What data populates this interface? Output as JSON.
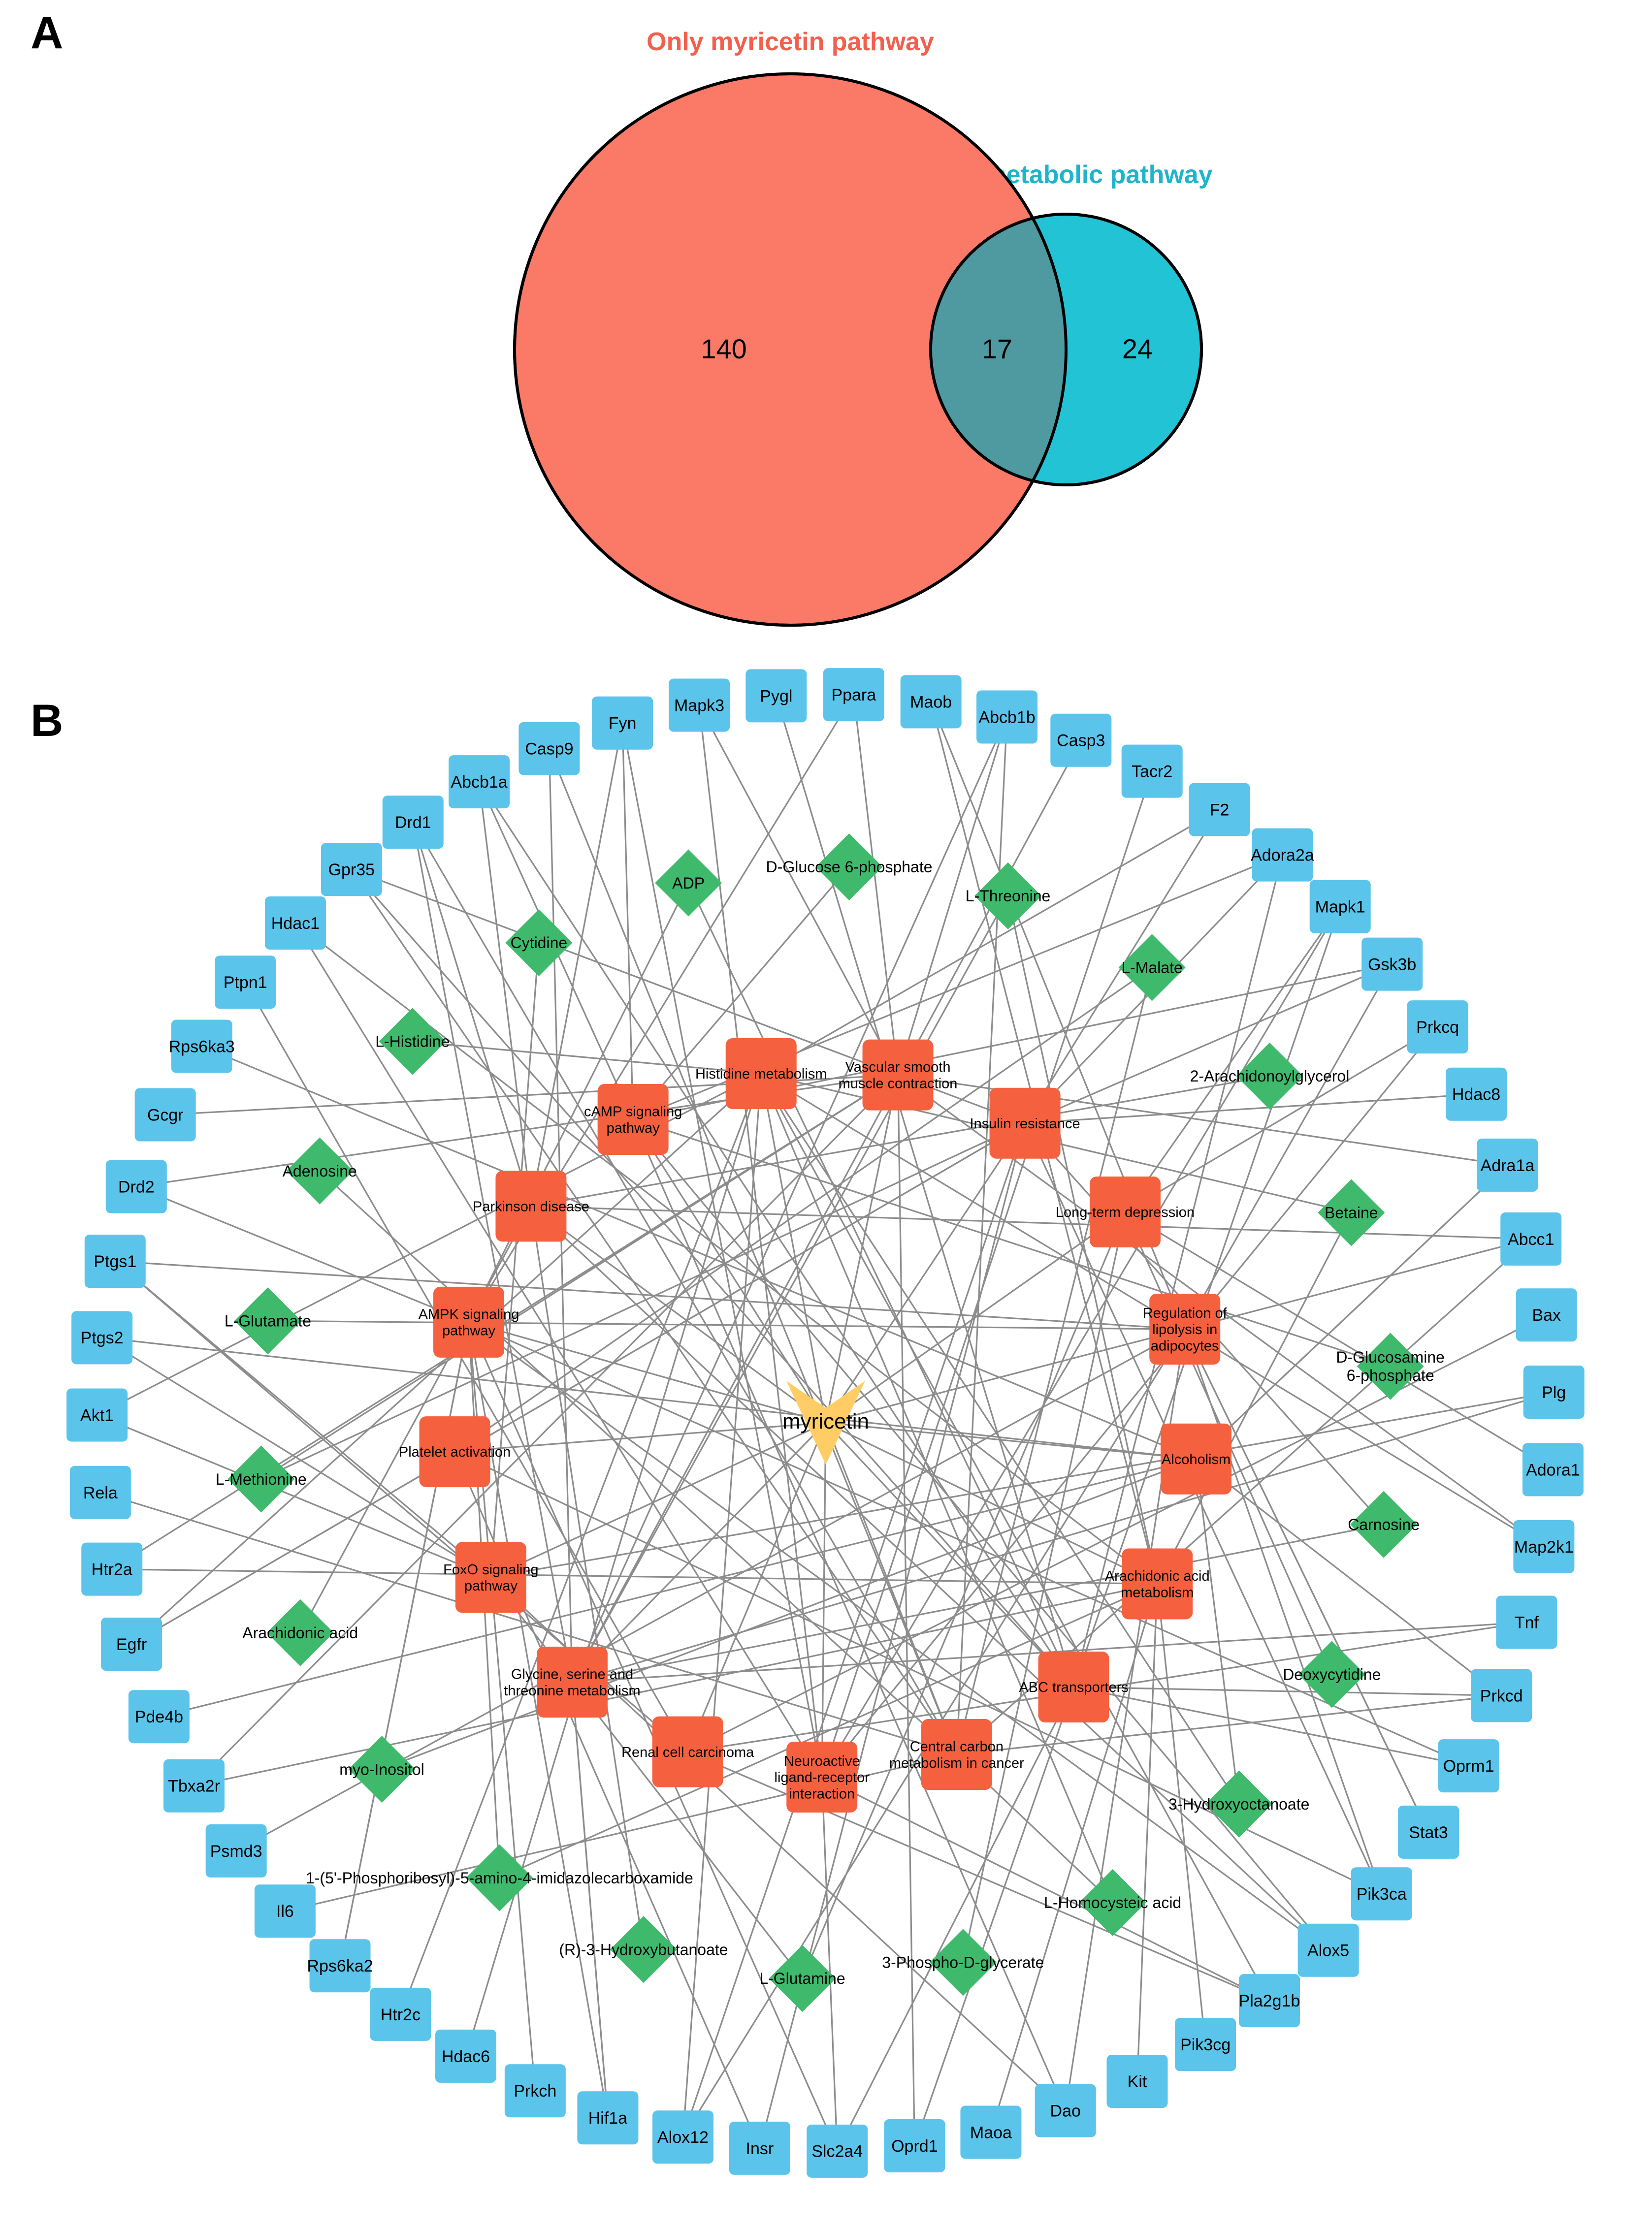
{
  "panel_a": {
    "letter": "A",
    "left_set_label": "Only myricetin pathway",
    "right_set_label": "Only metabolic pathway",
    "left_only": "140",
    "overlap": "17",
    "right_only": "24",
    "colors": {
      "left": "#fb7a67",
      "right": "#23c3d6",
      "overlap": "#4f9aa1",
      "left_title": "#f2604d",
      "right_title": "#1fb4cc"
    }
  },
  "panel_b": {
    "letter": "B",
    "colors": {
      "gene": "#5bc4ea",
      "metabolite": "#3fba6c",
      "pathway": "#f5603f",
      "compound": "#ffcc66",
      "edge": "#8c8c8c"
    },
    "center": {
      "id": "myricetin",
      "label": "myricetin"
    },
    "pathways": [
      "Histidine metabolism",
      "Vascular smooth muscle contraction",
      "Insulin resistance",
      "Long-term depression",
      "Regulation of lipolysis in adipocytes",
      "Alcoholism",
      "Arachidonic acid metabolism",
      "ABC transporters",
      "Central carbon metabolism in cancer",
      "Neuroactive ligand-receptor interaction",
      "Renal cell carcinoma",
      "Glycine, serine and threonine metabolism",
      "FoxO signaling pathway",
      "Platelet activation",
      "AMPK signaling pathway",
      "Parkinson disease",
      "cAMP signaling pathway"
    ],
    "metabolites": [
      "ADP",
      "D-Glucose 6-phosphate",
      "L-Threonine",
      "L-Malate",
      "2-Arachidonoylglycerol",
      "Betaine",
      "D-Glucosamine 6-phosphate",
      "Carnosine",
      "Deoxycytidine",
      "3-Hydroxyoctanoate",
      "L-Homocysteic acid",
      "3-Phospho-D-glycerate",
      "L-Glutamine",
      "(R)-3-Hydroxybutanoate",
      "1-(5'-Phosphoribosyl)-5-amino-4-imidazolecarboxamide",
      "myo-Inositol",
      "Arachidonic acid",
      "L-Methionine",
      "L-Glutamate",
      "Adenosine",
      "L-Histidine",
      "Cytidine"
    ],
    "genes": [
      "Mapk3",
      "Pygl",
      "Ppara",
      "Maob",
      "Abcb1b",
      "Casp3",
      "Tacr2",
      "F2",
      "Adora2a",
      "Mapk1",
      "Gsk3b",
      "Prkcq",
      "Hdac8",
      "Adra1a",
      "Abcc1",
      "Bax",
      "Plg",
      "Adora1",
      "Map2k1",
      "Tnf",
      "Prkcd",
      "Oprm1",
      "Stat3",
      "Pik3ca",
      "Alox5",
      "Pla2g1b",
      "Pik3cg",
      "Kit",
      "Dao",
      "Maoa",
      "Oprd1",
      "Slc2a4",
      "Insr",
      "Alox12",
      "Hif1a",
      "Prkch",
      "Hdac6",
      "Htr2c",
      "Rps6ka2",
      "Il6",
      "Psmd3",
      "Tbxa2r",
      "Pde4b",
      "Egfr",
      "Htr2a",
      "Rela",
      "Akt1",
      "Ptgs2",
      "Ptgs1",
      "Drd2",
      "Gcgr",
      "Rps6ka3",
      "Ptpn1",
      "Hdac1",
      "Gpr35",
      "Drd1",
      "Abcb1a",
      "Casp9",
      "Fyn"
    ]
  }
}
